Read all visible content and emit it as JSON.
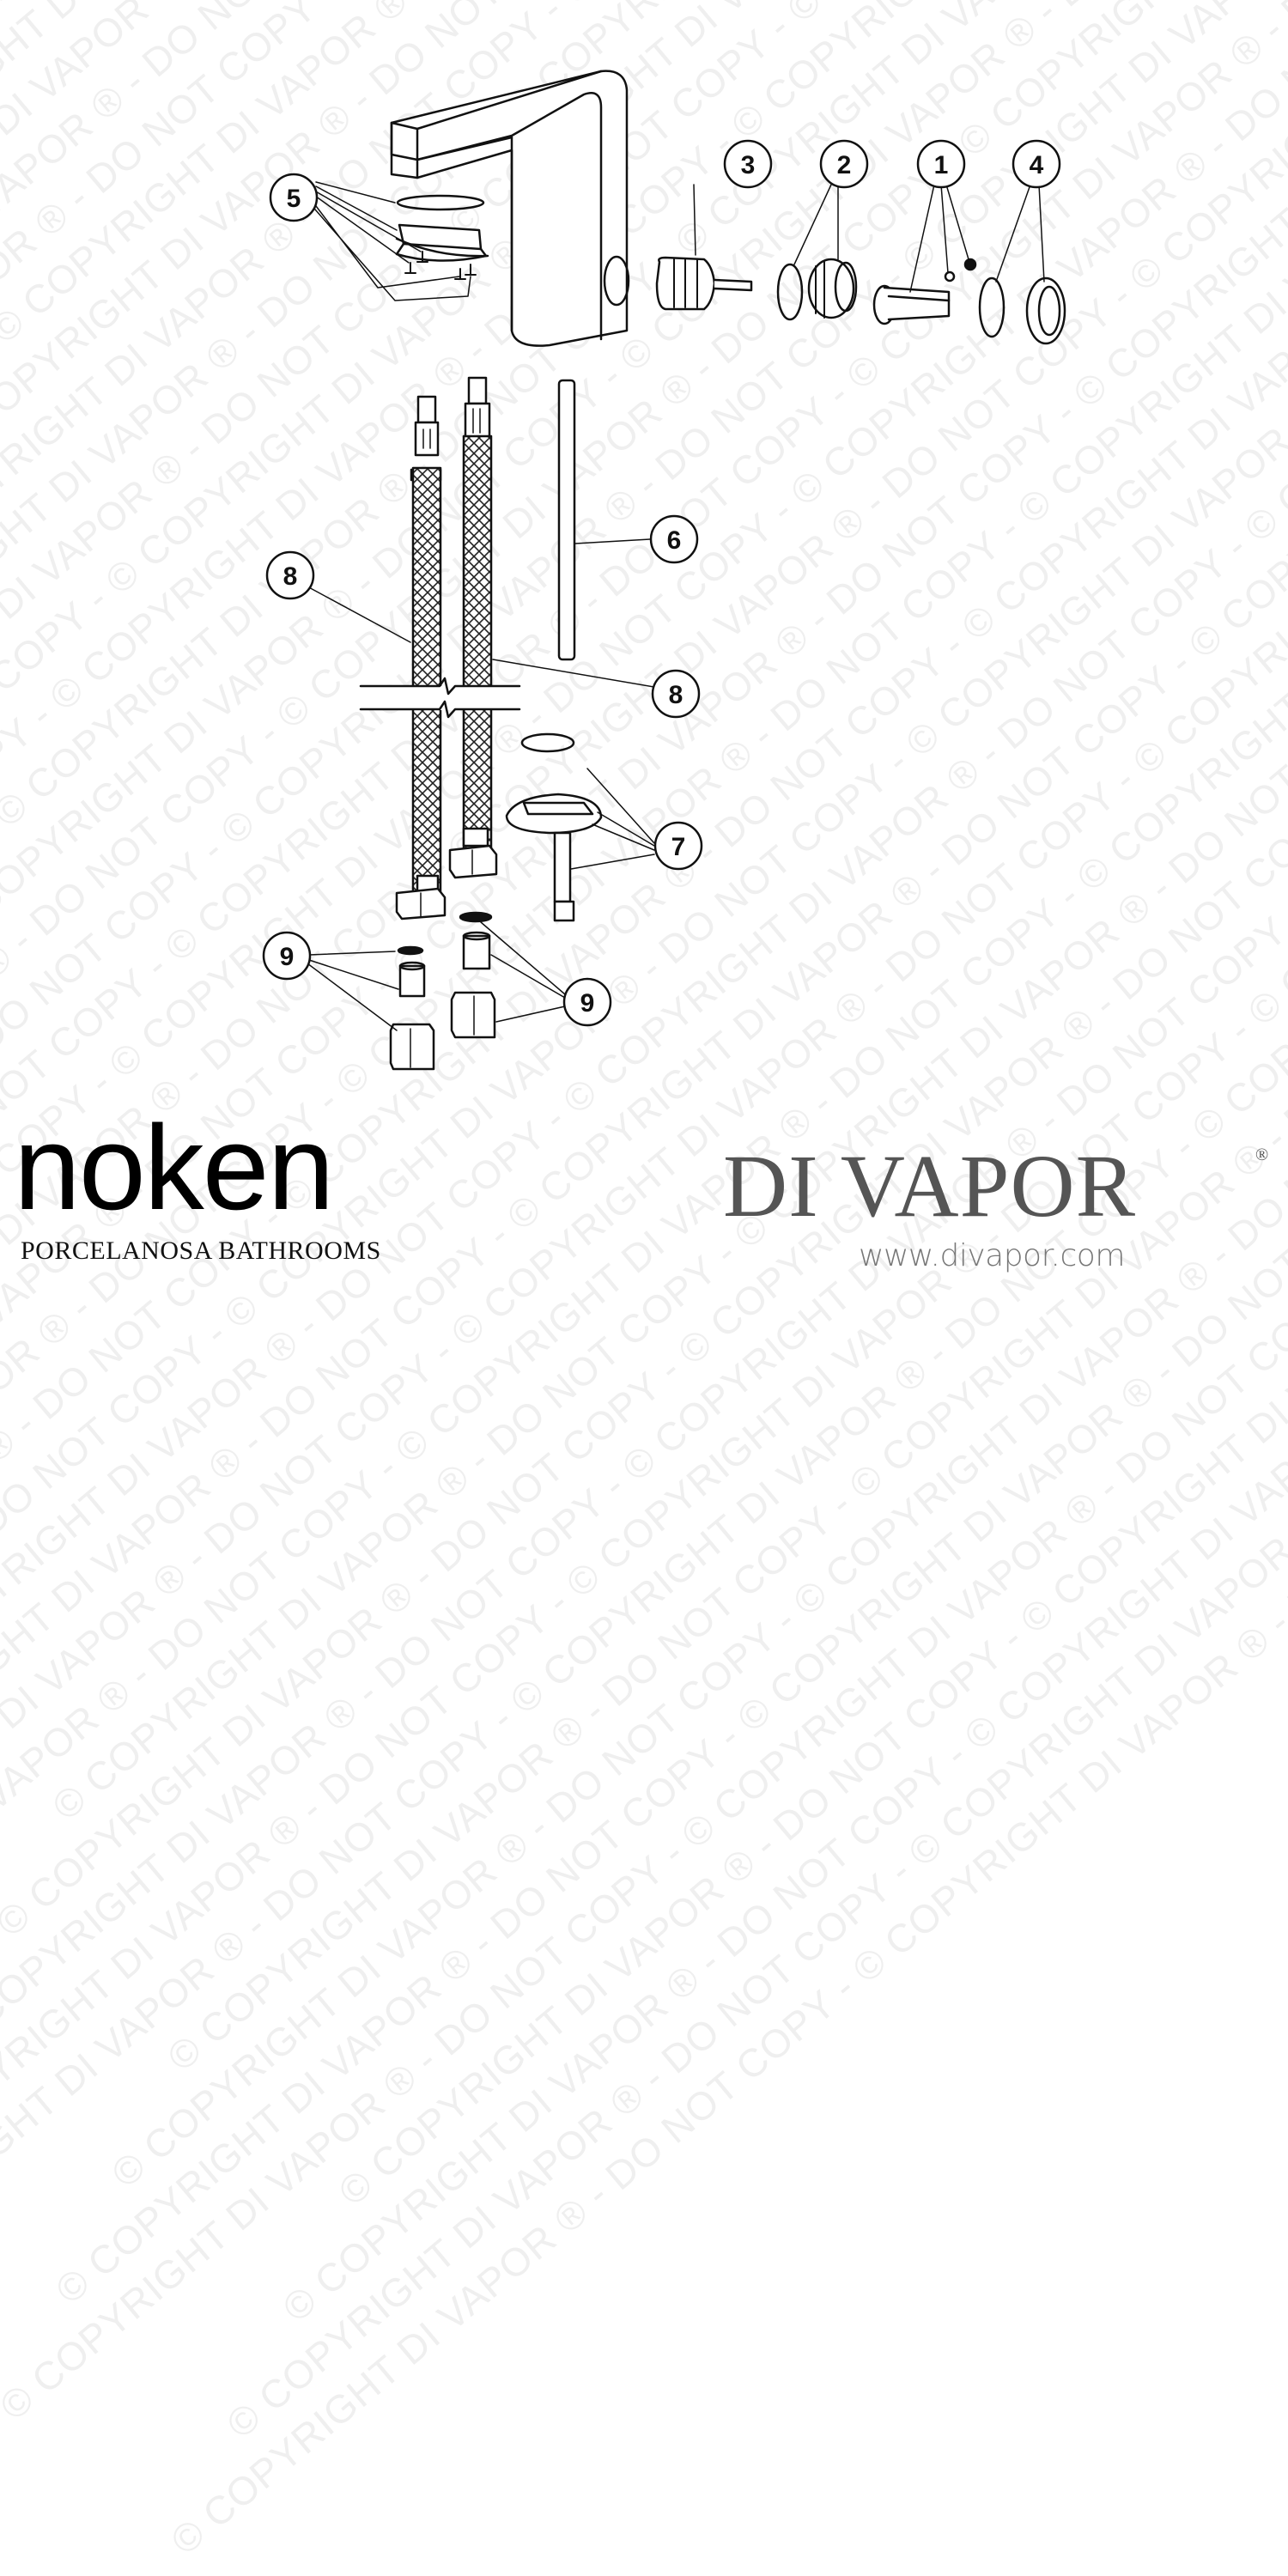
{
  "watermark": {
    "text": "© COPYRIGHT DI VAPOR ® - DO NOT COPY - ",
    "color": "#efefef"
  },
  "diagram": {
    "title": "Noken tap exploded parts diagram",
    "line_color": "#111111",
    "callouts": [
      {
        "id": "1",
        "label": "1",
        "part": "handle lever with screws"
      },
      {
        "id": "2",
        "label": "2",
        "part": "o-ring and cartridge nut"
      },
      {
        "id": "3",
        "label": "3",
        "part": "cartridge"
      },
      {
        "id": "4",
        "label": "4",
        "part": "o-ring and cap"
      },
      {
        "id": "5",
        "label": "5",
        "part": "base gasket, plate and screws"
      },
      {
        "id": "6",
        "label": "6",
        "part": "threaded rod"
      },
      {
        "id": "7",
        "label": "7",
        "part": "o-ring, fixing bracket and stud"
      },
      {
        "id": "8a",
        "label": "8",
        "part": "flexible hose (left)"
      },
      {
        "id": "8b",
        "label": "8",
        "part": "flexible hose (right)"
      },
      {
        "id": "9a",
        "label": "9",
        "part": "washer, olive, nut (left)"
      },
      {
        "id": "9b",
        "label": "9",
        "part": "washer, olive, nut (right)"
      }
    ]
  },
  "branding": {
    "left": {
      "logo": "noken",
      "subtitle": "PORCELANOSA BATHROOMS",
      "color": "#000000"
    },
    "right": {
      "logo": "DI VAPOR",
      "registered": "®",
      "url": "www.divapor.com",
      "color": "#555555"
    }
  }
}
